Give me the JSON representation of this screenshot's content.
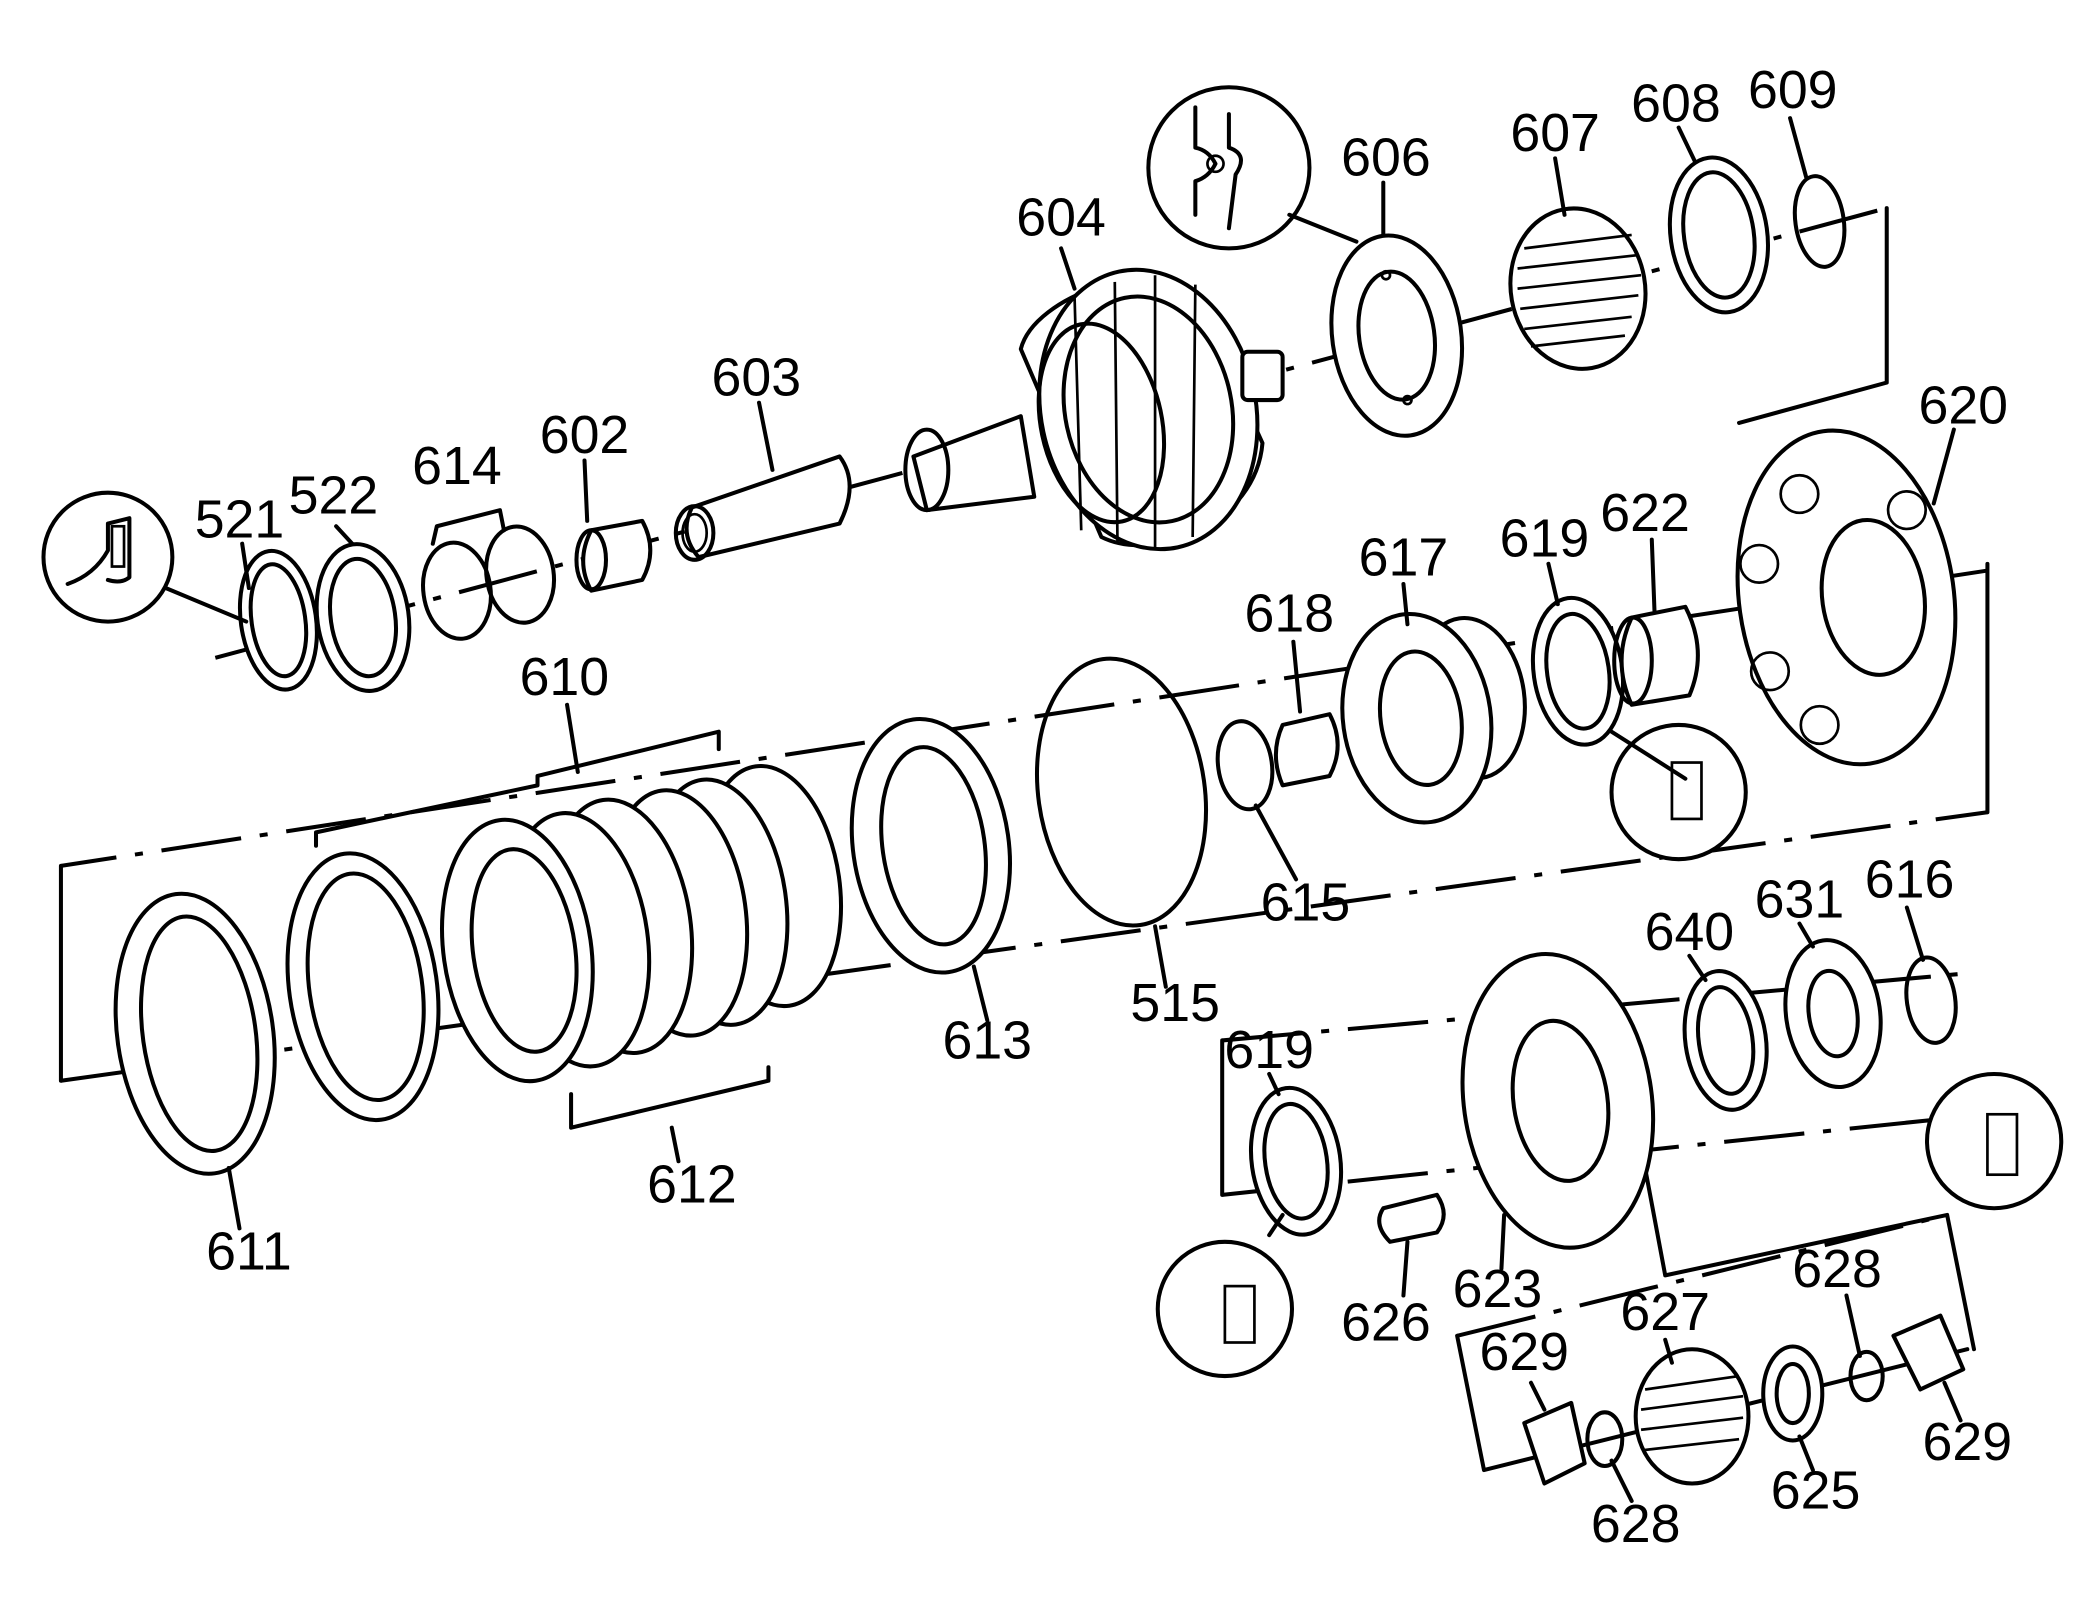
{
  "labels": {
    "p515": "515",
    "p521": "521",
    "p522": "522",
    "p602": "602",
    "p603": "603",
    "p604": "604",
    "p606": "606",
    "p607": "607",
    "p608": "608",
    "p609": "609",
    "p610": "610",
    "p611": "611",
    "p612": "612",
    "p613": "613",
    "p614": "614",
    "p615": "615",
    "p616": "616",
    "p617": "617",
    "p618": "618",
    "p619a": "619",
    "p619b": "619",
    "p620": "620",
    "p622": "622",
    "p623": "623",
    "p625": "625",
    "p626": "626",
    "p627": "627",
    "p628a": "628",
    "p628b": "628",
    "p629a": "629",
    "p629b": "629",
    "p631": "631",
    "p640": "640"
  },
  "icons": [
    "seal-detail-icon",
    "spring-detail-icon"
  ]
}
